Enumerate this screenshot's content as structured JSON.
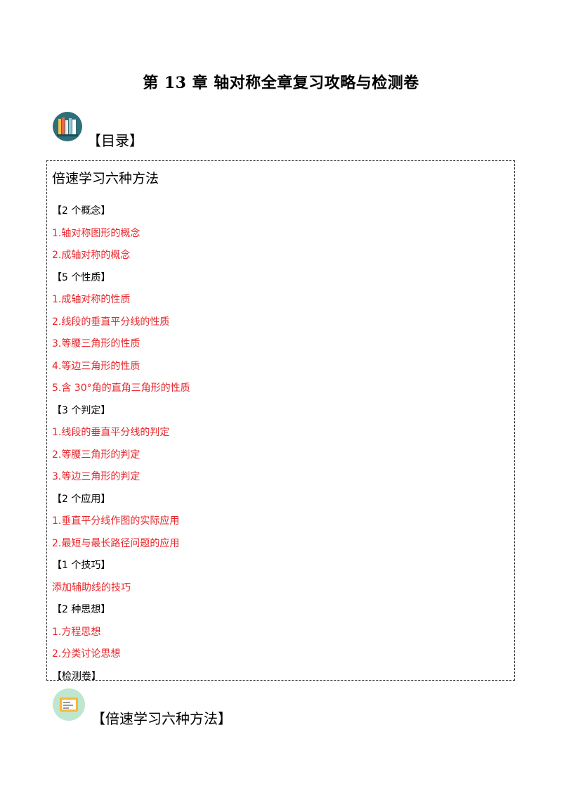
{
  "document": {
    "title": "第 13 章  轴对称全章复习攻略与检测卷"
  },
  "toc": {
    "heading": "【目录】",
    "box_title": "倍速学习六种方法",
    "lines": [
      {
        "text": "【2 个概念】",
        "kind": "cat"
      },
      {
        "text": "1.轴对称图形的概念",
        "kind": "item"
      },
      {
        "text": "2.成轴对称的概念",
        "kind": "item"
      },
      {
        "text": "【5 个性质】",
        "kind": "cat"
      },
      {
        "text": "1.成轴对称的性质",
        "kind": "item"
      },
      {
        "text": "2.线段的垂直平分线的性质",
        "kind": "item"
      },
      {
        "text": "3.等腰三角形的性质",
        "kind": "item"
      },
      {
        "text": "4.等边三角形的性质",
        "kind": "item"
      },
      {
        "text": "5.含 30°角的直角三角形的性质",
        "kind": "item"
      },
      {
        "text": "【3 个判定】",
        "kind": "cat"
      },
      {
        "text": "1.线段的垂直平分线的判定",
        "kind": "item"
      },
      {
        "text": "2.等腰三角形的判定",
        "kind": "item"
      },
      {
        "text": "3.等边三角形的判定",
        "kind": "item"
      },
      {
        "text": "【2 个应用】",
        "kind": "cat"
      },
      {
        "text": "1.垂直平分线作图的实际应用",
        "kind": "item"
      },
      {
        "text": "2.最短与最长路径问题的应用",
        "kind": "item"
      },
      {
        "text": "【1 个技巧】",
        "kind": "cat"
      },
      {
        "text": "添加辅助线的技巧",
        "kind": "item"
      },
      {
        "text": "【2 种思想】",
        "kind": "cat"
      },
      {
        "text": "1.方程思想",
        "kind": "item"
      },
      {
        "text": "2.分类讨论思想",
        "kind": "item"
      },
      {
        "text": "【检测卷】",
        "kind": "cat"
      }
    ]
  },
  "section": {
    "heading": "【倍速学习六种方法】"
  },
  "icons": {
    "toc_icon": "books-icon",
    "section_icon": "notes-icon"
  },
  "colors": {
    "item_text": "#e8262b",
    "category_text": "#000000"
  }
}
